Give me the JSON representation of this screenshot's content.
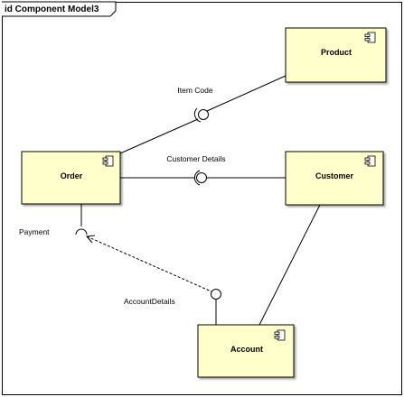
{
  "frame": {
    "label": "id Component Model3"
  },
  "colors": {
    "component_fill": "#FFFFCC",
    "line": "#000000",
    "background": "#FFFFFF"
  },
  "components": {
    "product": "Product",
    "order": "Order",
    "customer": "Customer",
    "account": "Account"
  },
  "interfaces": {
    "item_code": "Item Code",
    "customer_details": "Customer Details",
    "payment": "Payment",
    "account_details": "AccountDetails"
  }
}
